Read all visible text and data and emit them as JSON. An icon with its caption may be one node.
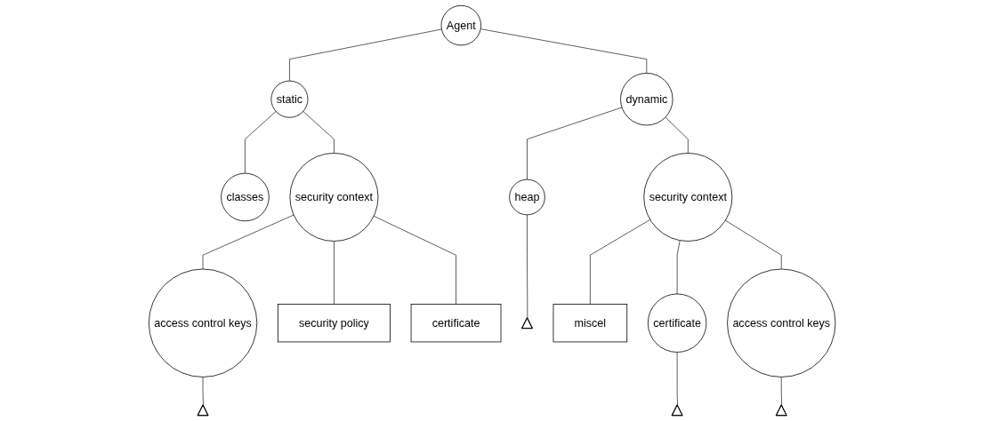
{
  "diagram": {
    "nodes": [
      {
        "text": [
          "Agent"
        ]
      },
      {
        "text": [
          "static"
        ]
      },
      {
        "text": [
          "dynamic"
        ]
      },
      {
        "text": [
          "classes"
        ]
      },
      {
        "text": [
          "security context"
        ]
      },
      {
        "text": [
          "heap"
        ]
      },
      {
        "text": [
          "security context"
        ]
      },
      {
        "text": [
          "access control keys"
        ]
      },
      {
        "text": [
          "security policy"
        ]
      },
      {
        "text": [
          "certificate"
        ]
      },
      {
        "text": [],
        "shape": "triangle"
      },
      {
        "text": [
          "miscel"
        ]
      },
      {
        "text": [
          "certificate"
        ]
      },
      {
        "text": [
          "access control keys"
        ]
      },
      {
        "text": [],
        "shape": "triangle"
      },
      {
        "text": [],
        "shape": "triangle"
      },
      {
        "text": [],
        "shape": "triangle"
      }
    ],
    "edges": [
      {
        "from": 0,
        "to": 1,
        "arrow": "none"
      },
      {
        "from": 0,
        "to": 2,
        "arrow": "none"
      },
      {
        "from": 1,
        "to": 3,
        "arrow": "none"
      },
      {
        "from": 1,
        "to": 4,
        "arrow": "none"
      },
      {
        "from": 2,
        "to": 5,
        "arrow": "none"
      },
      {
        "from": 2,
        "to": 6,
        "arrow": "none"
      },
      {
        "from": 4,
        "to": 7,
        "arrow": "none"
      },
      {
        "from": 4,
        "to": 8,
        "arrow": "none"
      },
      {
        "from": 4,
        "to": 9,
        "arrow": "none"
      },
      {
        "from": 5,
        "to": 10,
        "arrow": "none"
      },
      {
        "from": 6,
        "to": 11,
        "arrow": "none"
      },
      {
        "from": 6,
        "to": 12,
        "arrow": "none"
      },
      {
        "from": 6,
        "to": 13,
        "arrow": "none"
      },
      {
        "from": 7,
        "to": 14,
        "arrow": "none"
      },
      {
        "from": 12,
        "to": 15,
        "arrow": "none"
      },
      {
        "from": 13,
        "to": 16,
        "arrow": "none"
      }
    ]
  }
}
